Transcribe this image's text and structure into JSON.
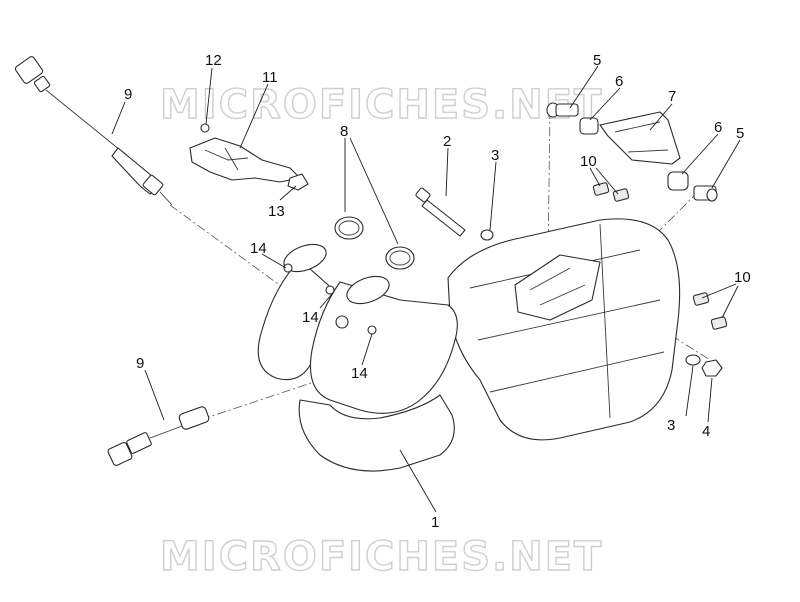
{
  "watermark": {
    "text": "MICROFICHES.NET"
  },
  "callouts": [
    "1",
    "2",
    "3",
    "3",
    "4",
    "5",
    "5",
    "6",
    "6",
    "7",
    "8",
    "9",
    "9",
    "10",
    "10",
    "11",
    "12",
    "13",
    "14",
    "14",
    "14"
  ]
}
